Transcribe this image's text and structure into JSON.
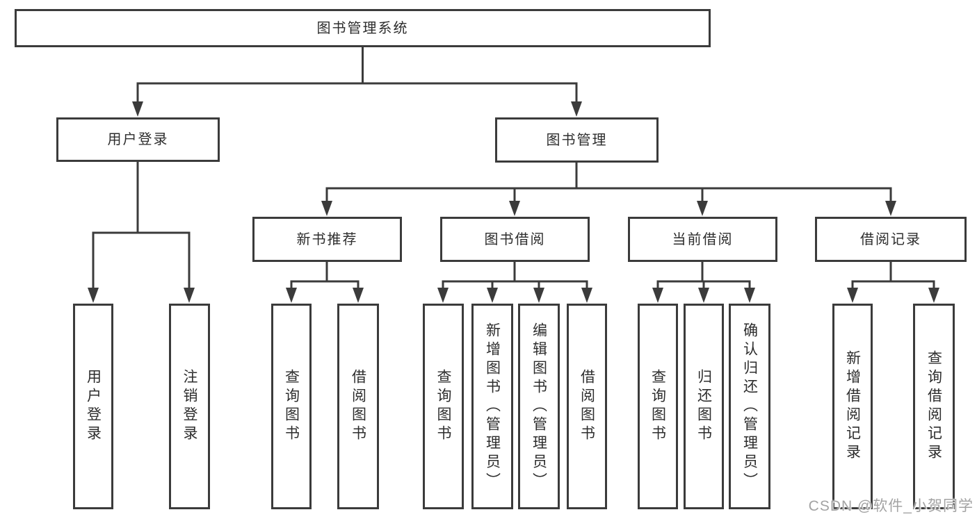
{
  "diagram": {
    "tree": {
      "label": "图书管理系统",
      "children": [
        {
          "label": "用户登录",
          "children": [
            {
              "label": "用户登录"
            },
            {
              "label": "注销登录"
            }
          ]
        },
        {
          "label": "图书管理",
          "children": [
            {
              "label": "新书推荐",
              "children": [
                {
                  "label": "查询图书"
                },
                {
                  "label": "借阅图书"
                }
              ]
            },
            {
              "label": "图书借阅",
              "children": [
                {
                  "label": "查询图书"
                },
                {
                  "label": "新增图书（管理员）"
                },
                {
                  "label": "编辑图书（管理员）"
                },
                {
                  "label": "借阅图书"
                }
              ]
            },
            {
              "label": "当前借阅",
              "children": [
                {
                  "label": "查询图书"
                },
                {
                  "label": "归还图书"
                },
                {
                  "label": "确认归还（管理员）"
                }
              ]
            },
            {
              "label": "借阅记录",
              "children": [
                {
                  "label": "新增借阅记录"
                },
                {
                  "label": "查询借阅记录"
                }
              ]
            }
          ]
        }
      ]
    },
    "colors": {
      "line": "#3b3b3b",
      "text": "#2d2d2d",
      "background": "#ffffff",
      "watermark": "#a3a3a3"
    },
    "watermark": {
      "text": "CSDN @软件_小贺同学"
    }
  }
}
